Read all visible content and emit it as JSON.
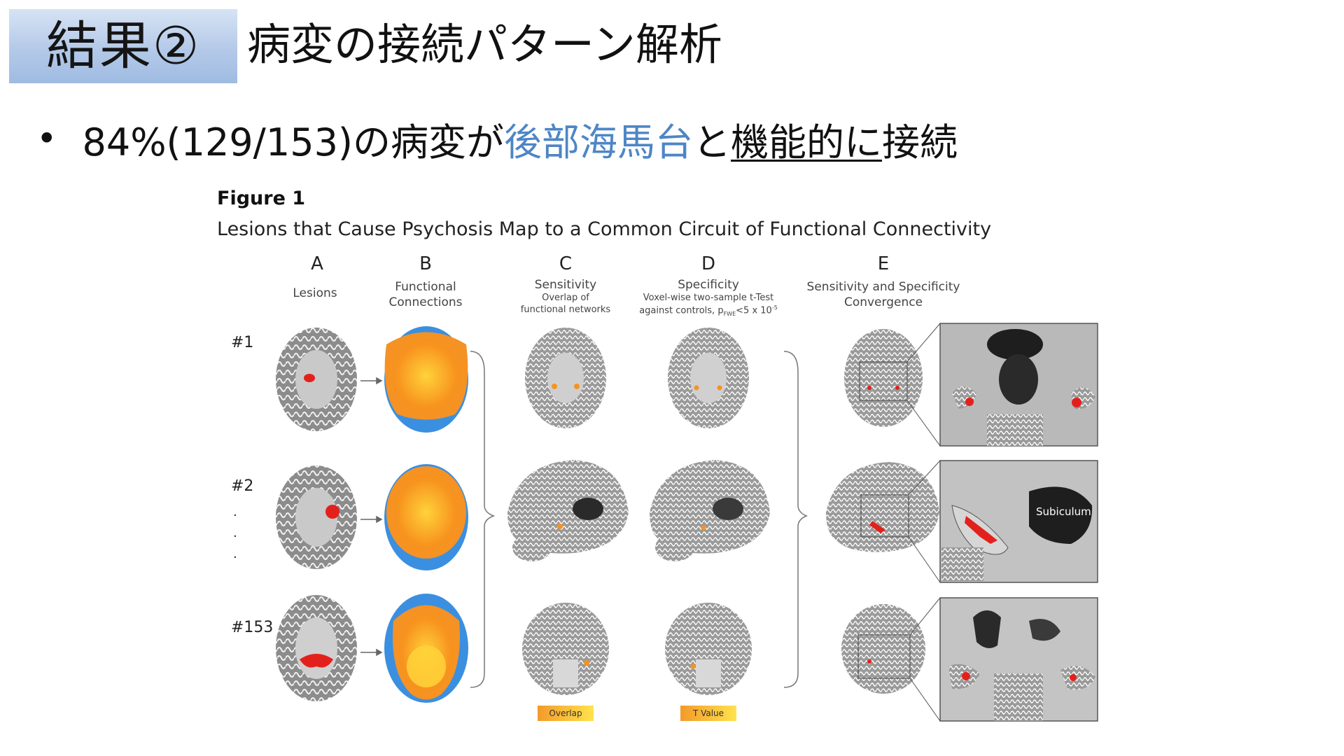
{
  "slide": {
    "badge": "結果②",
    "title": "病変の接続パターン解析",
    "bullet": {
      "dot": "•",
      "part1": "84%(129/153)の病変が",
      "highlight": "後部海馬台",
      "part2": "と",
      "underlined": "機能的に",
      "part3": "接続"
    },
    "colors": {
      "badge_bg": "#b4c9e8",
      "highlight": "#4d86c6"
    }
  },
  "figure": {
    "label": "Figure 1",
    "caption": "Lesions that Cause Psychosis Map to a Common Circuit of Functional Connectivity",
    "columns": [
      {
        "letter": "A",
        "subtitle": "Lesions"
      },
      {
        "letter": "B",
        "subtitle_lines": [
          "Functional",
          "Connections"
        ]
      },
      {
        "letter": "C",
        "subtitle_lines": [
          "Sensitivity",
          "Overlap of",
          "functional networks"
        ]
      },
      {
        "letter": "D",
        "subtitle_lines": [
          "Specificity",
          "Voxel-wise two-sample t-Test",
          "against controls, p",
          "<5 x 10"
        ]
      },
      {
        "letter": "E",
        "subtitle_lines": [
          "Sensitivity and Specificity",
          "Convergence"
        ]
      }
    ],
    "rows": [
      "#1",
      "#2",
      "#153"
    ],
    "ellipsis": [
      ".",
      ".",
      "."
    ],
    "zoom_label": "Subiculum",
    "colorbars": [
      "Overlap",
      "T Value"
    ],
    "colors": {
      "lesion": "#e3211c",
      "network_orange": "#f7931e",
      "network_blue": "#3b8fe0",
      "brain_gray": "#8c8c8c"
    }
  }
}
